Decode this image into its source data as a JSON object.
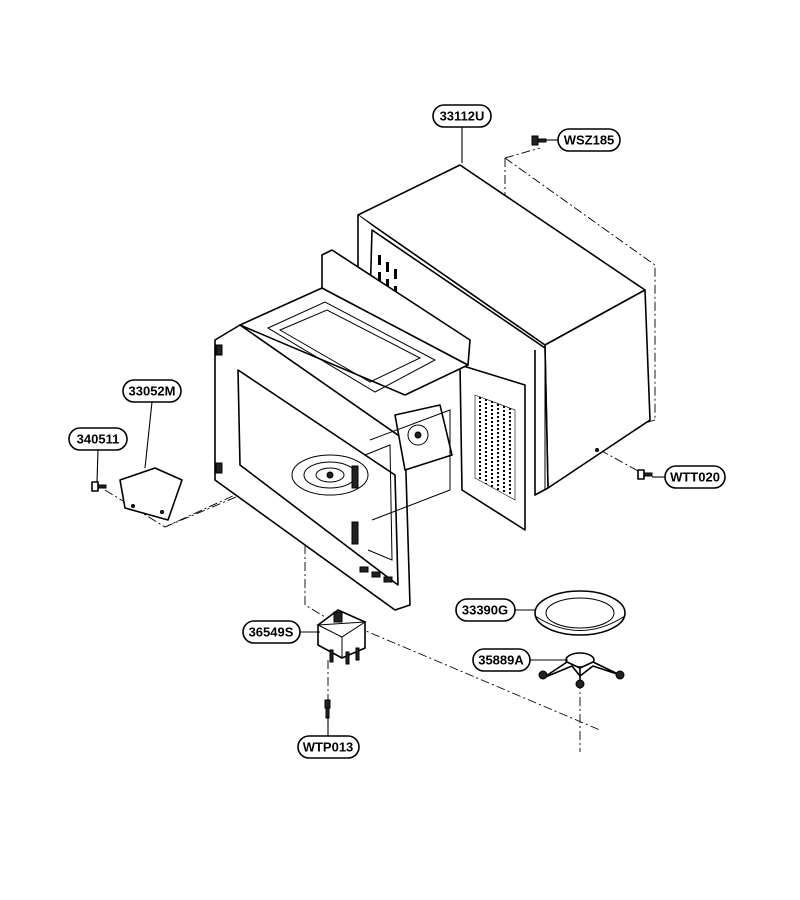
{
  "parts": [
    {
      "id": "p-33112U",
      "label": "33112U",
      "kind": "outer-case"
    },
    {
      "id": "p-WSZ185",
      "label": "WSZ185",
      "kind": "screw"
    },
    {
      "id": "p-33052M",
      "label": "33052M",
      "kind": "cover-plate"
    },
    {
      "id": "p-340511",
      "label": "340511",
      "kind": "screw"
    },
    {
      "id": "p-WTT020",
      "label": "WTT020",
      "kind": "screw"
    },
    {
      "id": "p-33390G",
      "label": "33390G",
      "kind": "glass-tray"
    },
    {
      "id": "p-35889A",
      "label": "35889A",
      "kind": "roller-guide"
    },
    {
      "id": "p-36549S",
      "label": "36549S",
      "kind": "turntable-motor"
    },
    {
      "id": "p-WTP013",
      "label": "WTP013",
      "kind": "screw"
    }
  ],
  "colors": {
    "line": "#000000",
    "background": "#ffffff"
  }
}
